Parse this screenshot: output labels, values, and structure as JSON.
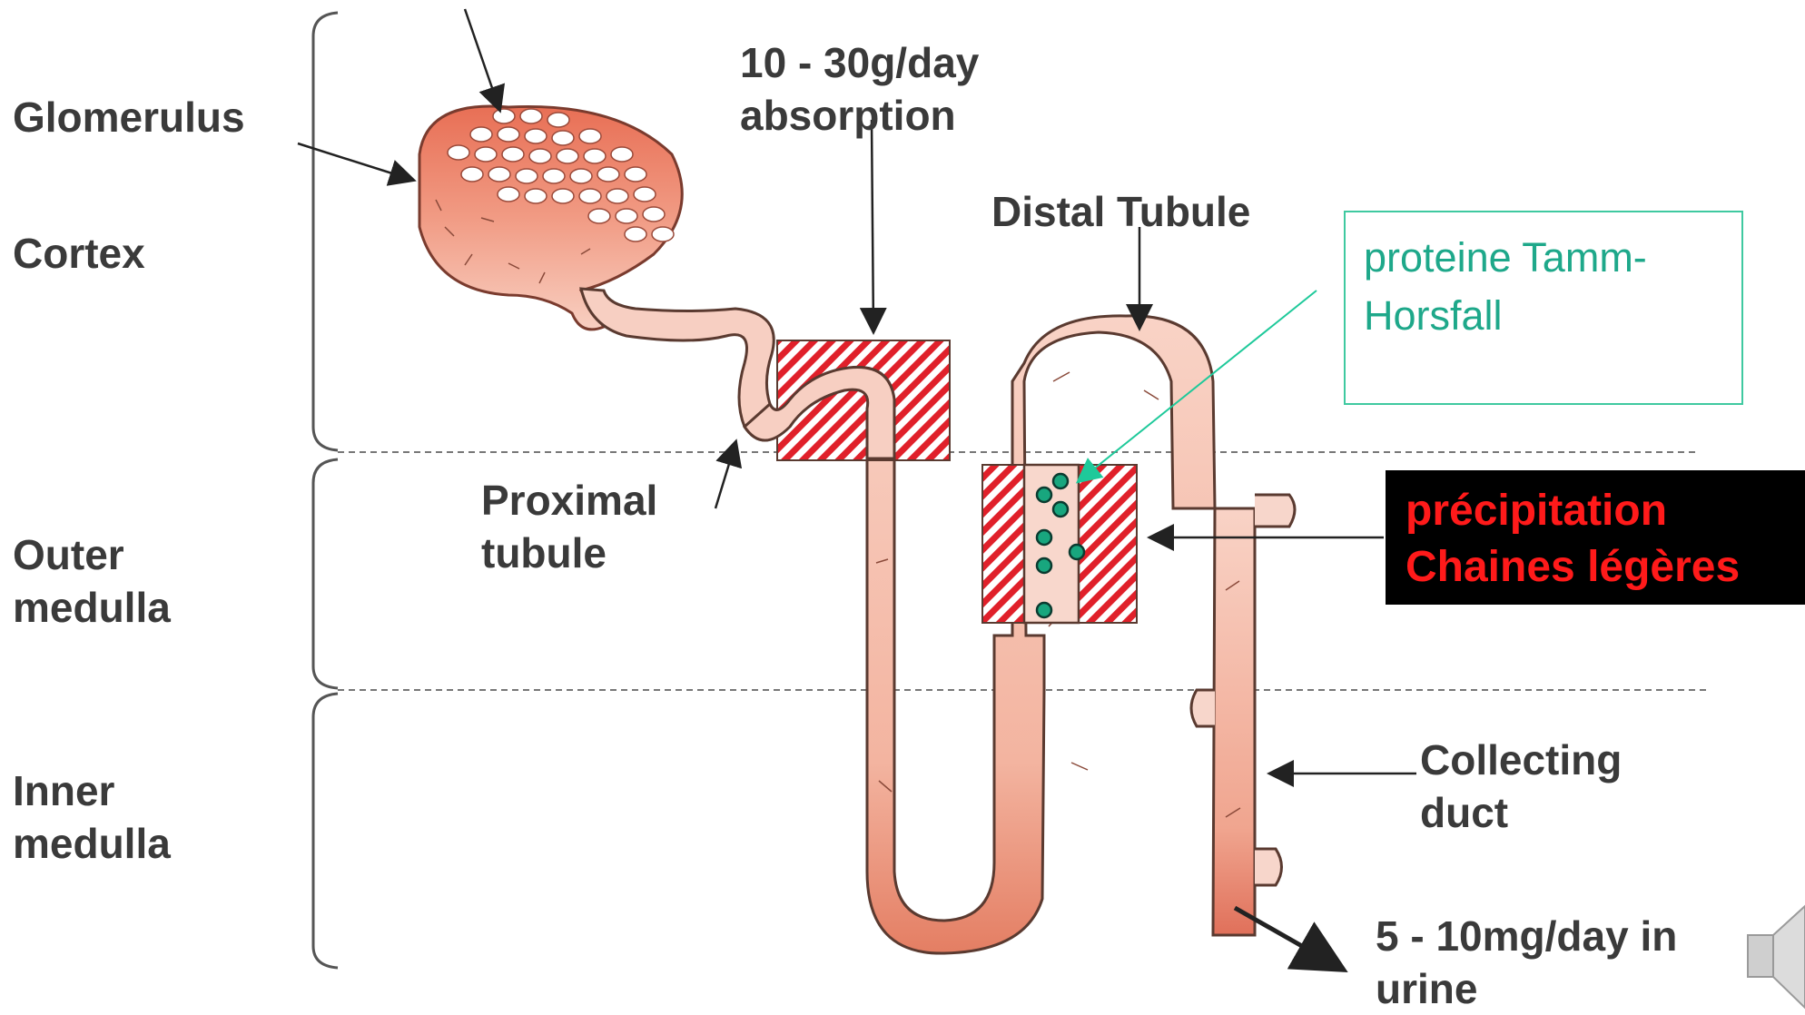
{
  "labels": {
    "glomerulus": "Glomerulus",
    "cortex": "Cortex",
    "outer_medulla_1": "Outer",
    "outer_medulla_2": "medulla",
    "inner_medulla_1": "Inner",
    "inner_medulla_2": "medulla",
    "proximal_1": "Proximal",
    "proximal_2": "tubule",
    "absorption_1": "10 - 30g/day",
    "absorption_2": "absorption",
    "distal": "Distal Tubule",
    "collecting_1": "Collecting",
    "collecting_2": "duct",
    "urine_1": "5 - 10mg/day in",
    "urine_2": "urine"
  },
  "annotations": {
    "tamm_horsfall_1": "proteine Tamm-",
    "tamm_horsfall_2": "Horsfall",
    "precipitation_1": "précipitation",
    "precipitation_2": "Chaines légères"
  },
  "colors": {
    "tubule_fill": "#f6c3b3",
    "tubule_dark": "#e98a72",
    "hatch_red": "#e0202a",
    "teal": "#1ea88a",
    "annotation_red": "#ff1a1a",
    "label_gray": "#3a3a3a"
  },
  "icons": {
    "speaker": "speaker-icon"
  }
}
